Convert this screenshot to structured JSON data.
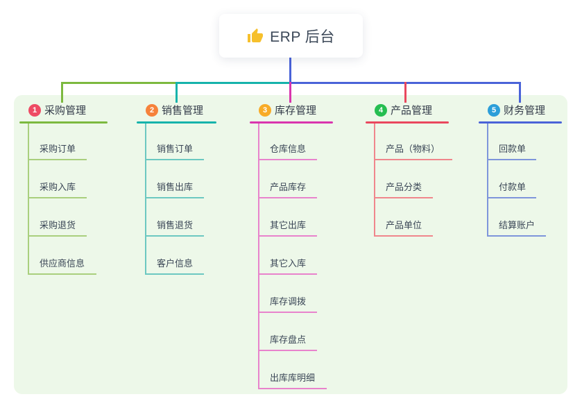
{
  "root": {
    "title": "ERP 后台",
    "icon": "thumbs-up-icon",
    "icon_color": "#F6C02D"
  },
  "branches": [
    {
      "number": "1",
      "label": "采购管理",
      "line_color": "#7CB93F",
      "light_color": "#A9CF7D",
      "badge_color": "#EE4B64",
      "children": [
        "采购订单",
        "采购入库",
        "采购退货",
        "供应商信息"
      ]
    },
    {
      "number": "2",
      "label": "销售管理",
      "line_color": "#16B3AB",
      "light_color": "#6CC8C1",
      "badge_color": "#F6823B",
      "children": [
        "销售订单",
        "销售出库",
        "销售退货",
        "客户信息"
      ]
    },
    {
      "number": "3",
      "label": "库存管理",
      "line_color": "#D935AE",
      "light_color": "#E883CC",
      "badge_color": "#F8AB27",
      "children": [
        "仓库信息",
        "产品库存",
        "其它出库",
        "其它入库",
        "库存调拨",
        "库存盘点",
        "出库库明细"
      ]
    },
    {
      "number": "4",
      "label": "产品管理",
      "line_color": "#E9485E",
      "light_color": "#F0868C",
      "badge_color": "#26BE51",
      "children": [
        "产品（物料）",
        "产品分类",
        "产品单位"
      ]
    },
    {
      "number": "5",
      "label": "财务管理",
      "line_color": "#4A63D8",
      "light_color": "#7E95DB",
      "badge_color": "#2C9ED9",
      "children": [
        "回款单",
        "付款单",
        "结算账户"
      ]
    }
  ],
  "colors": {
    "canvas_bg": "#FFFFFF",
    "panel_bg": "#EDF8E9",
    "root_connector": "#4A63D8",
    "header_text": "#333B49",
    "leaf_text": "#3A4656"
  }
}
